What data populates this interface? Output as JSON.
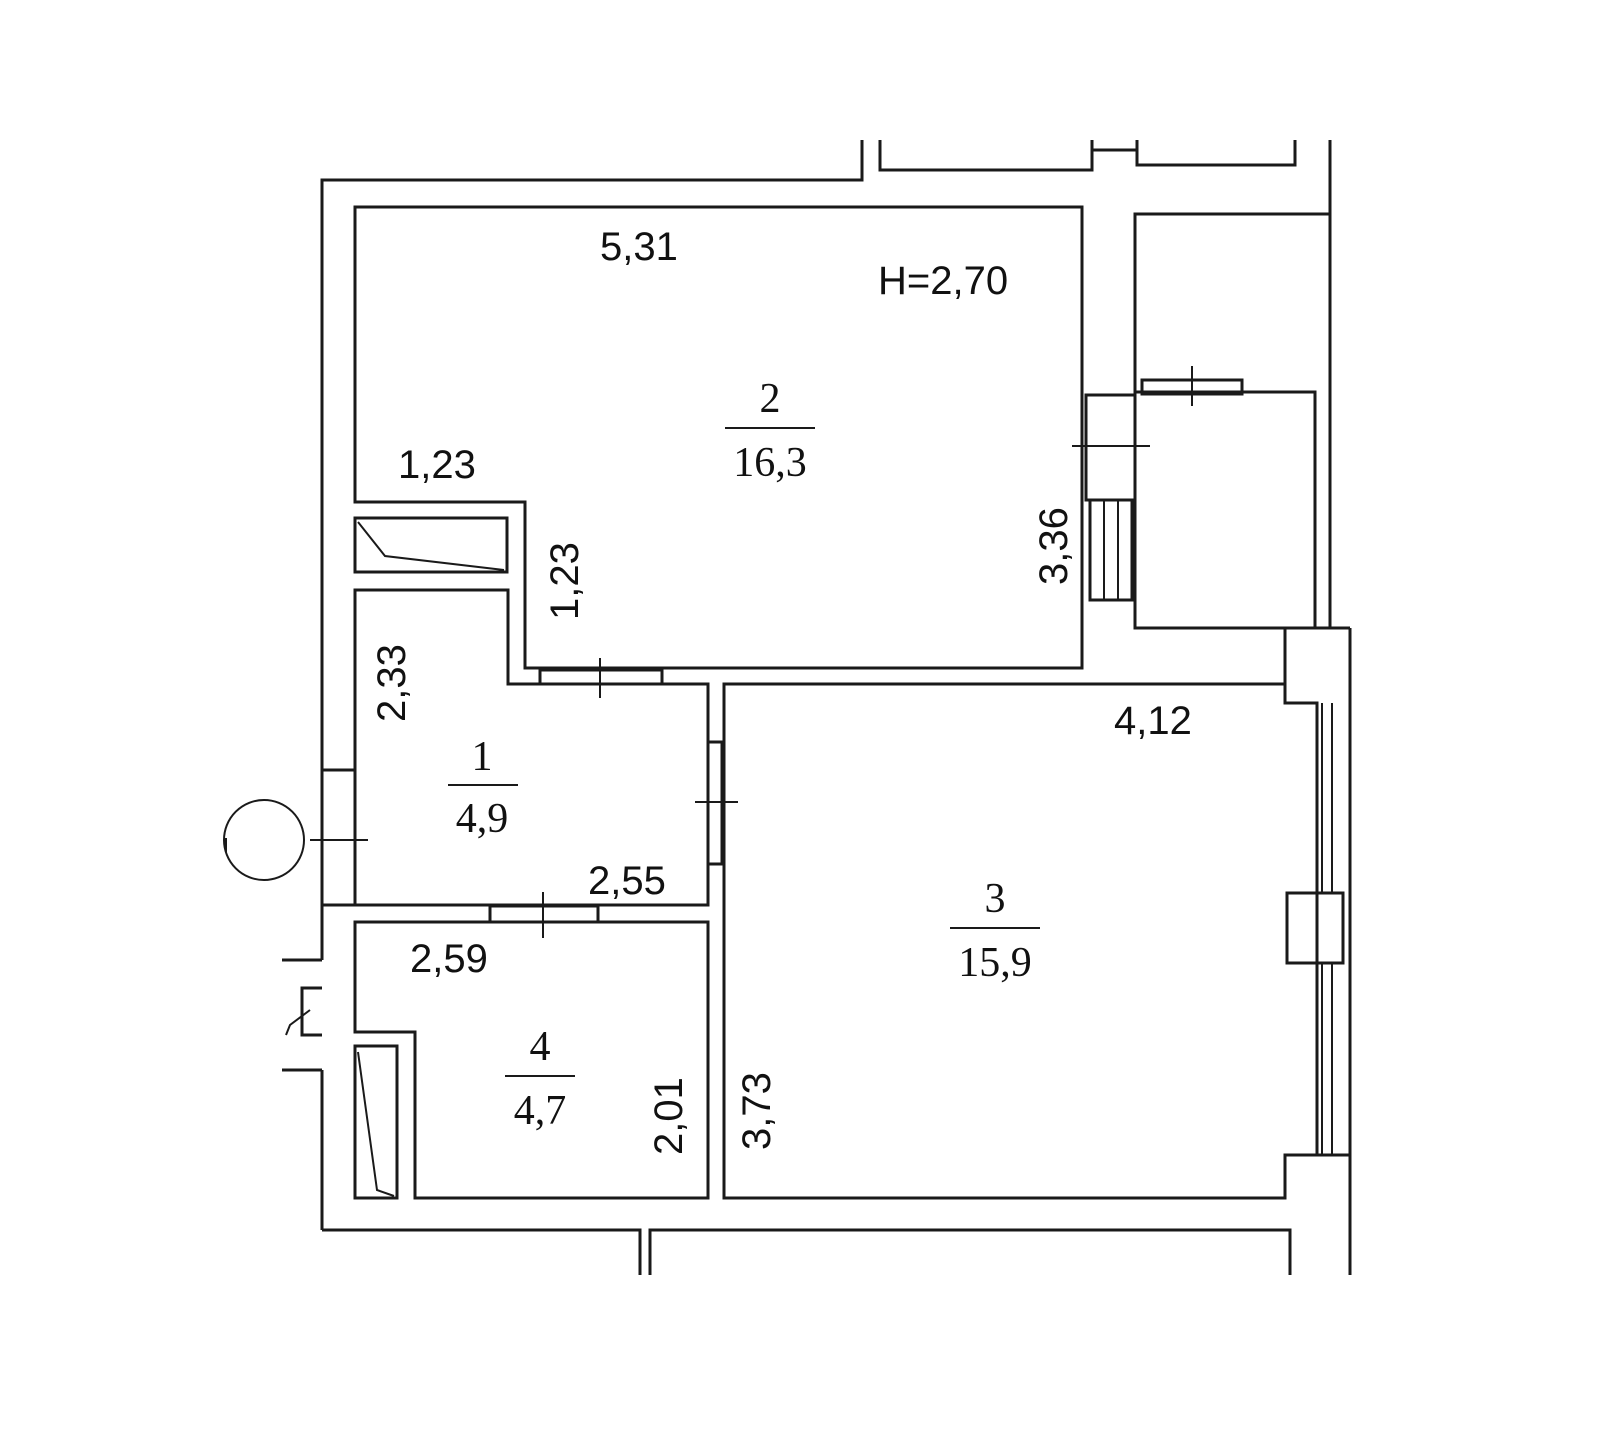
{
  "plan": {
    "ceiling_height": "H=2,70",
    "rooms": [
      {
        "number": "1",
        "area": "4,9"
      },
      {
        "number": "2",
        "area": "16,3"
      },
      {
        "number": "3",
        "area": "15,9"
      },
      {
        "number": "4",
        "area": "4,7"
      }
    ],
    "dimensions": {
      "room2_width": "5,31",
      "room2_notch_width": "1,23",
      "room2_notch_depth": "1,23",
      "room2_depth": "3,36",
      "room1_depth": "2,33",
      "room1_width": "2,55",
      "room3_width": "4,12",
      "room3_depth": "3,73",
      "room4_width": "2,59",
      "room4_depth": "2,01"
    },
    "colors": {
      "line": "#1a1a1a",
      "background": "#ffffff"
    }
  }
}
